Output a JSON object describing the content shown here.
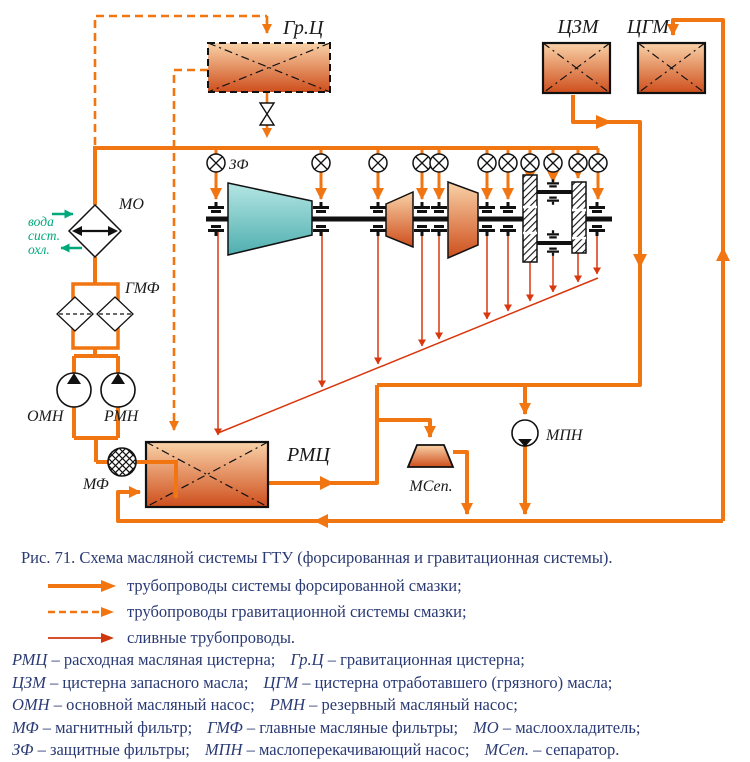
{
  "colors": {
    "main_line": "#F17511",
    "drain_line": "#D9380E",
    "water_green": "#00A87C",
    "text_navy": "#2A3A74",
    "tank_gradient_top": "#F8CEA2",
    "tank_gradient_bottom": "#CE4E1C",
    "compressor_top": "#B0E4E2",
    "compressor_bottom": "#4FAFAF"
  },
  "diagram": {
    "labels": {
      "gravity_tank": "Гр.Ц",
      "reserve_oil_tank": "ЦЗМ",
      "dirty_oil_tank": "ЦГМ",
      "protective_filter": "ЗФ",
      "oil_cooler": "МО",
      "main_filters": "ГМФ",
      "main_pump": "ОМН",
      "reserve_pump": "РМН",
      "magnetic_filter": "МФ",
      "service_tank": "РМЦ",
      "separator": "МСеп.",
      "transfer_pump": "МПН",
      "water_line1": "вода",
      "water_line2": "сист.",
      "water_line3": "охл."
    }
  },
  "caption": "Рис. 71. Схема масляной системы ГТУ (форсированная и гравитационная системы).",
  "legend": {
    "items": [
      {
        "line_style": "solid-thick-orange",
        "label": "трубопроводы системы форсированной смазки;"
      },
      {
        "line_style": "dashed-orange",
        "label": "трубопроводы гравитационной системы смазки;"
      },
      {
        "line_style": "solid-thin-red",
        "label": "сливные трубопроводы."
      }
    ]
  },
  "abbreviations": {
    "rows": [
      {
        "items": [
          {
            "term": "РМЦ",
            "def": "– расходная масляная цистерна;"
          },
          {
            "term": "Гр.Ц",
            "def": "– гравитационная цистерна;"
          }
        ]
      },
      {
        "items": [
          {
            "term": "ЦЗМ",
            "def": "– цистерна запасного масла;"
          },
          {
            "term": "ЦГМ",
            "def": "– цистерна отработавшего (грязного) масла;"
          }
        ]
      },
      {
        "items": [
          {
            "term": "ОМН",
            "def": "– основной масляный насос;"
          },
          {
            "term": "РМН",
            "def": "– резервный масляный насос;"
          }
        ]
      },
      {
        "items": [
          {
            "term": "МФ",
            "def": "– магнитный фильтр;"
          },
          {
            "term": "ГМФ",
            "def": "– главные масляные фильтры;"
          },
          {
            "term": "МО",
            "def": "– маслоохладитель;"
          }
        ]
      },
      {
        "items": [
          {
            "term": "ЗФ",
            "def": "– защитные фильтры;"
          },
          {
            "term": "МПН",
            "def": "– маслоперекачивающий насос;"
          },
          {
            "term": "МСеп.",
            "def": "– сепаратор."
          }
        ]
      }
    ]
  }
}
